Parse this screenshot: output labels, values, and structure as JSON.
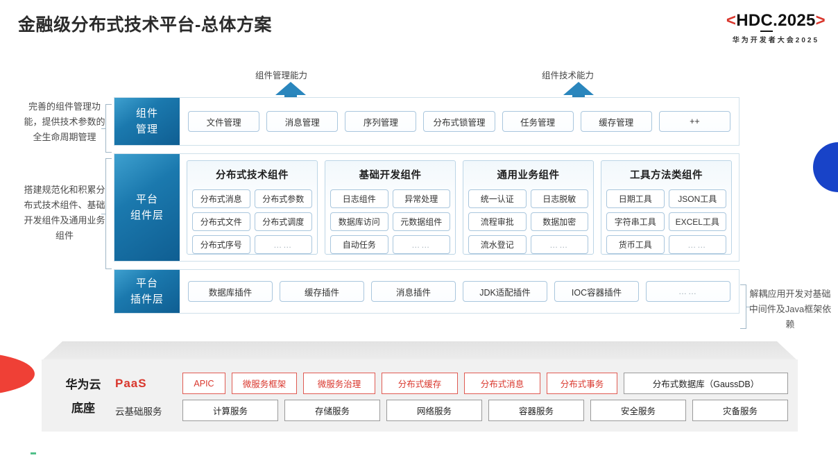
{
  "header": {
    "title": "金融级分布式技术平台-总体方案",
    "logo": {
      "left_bracket": "<",
      "right_bracket": ">",
      "text_a": "HD",
      "text_b": "C",
      "text_c": ".2025",
      "subtitle": "华为开发者大会2025",
      "bracket_color": "#d9362c"
    }
  },
  "arrows": [
    {
      "label": "组件管理能力"
    },
    {
      "label": "组件技术能力"
    }
  ],
  "annotations": {
    "left": [
      "完善的组件管理功能，提供技术参数的全生命周期管理",
      "搭建规范化和积累分布式技术组件、基础开发组件及通用业务组件"
    ],
    "right": "解耦应用开发对基础中间件及Java框架依赖"
  },
  "layers": {
    "component_management": {
      "label": "组件\n管理",
      "label_line1": "组件",
      "label_line2": "管理",
      "items": [
        "文件管理",
        "消息管理",
        "序列管理",
        "分布式锁管理",
        "任务管理",
        "缓存管理",
        "++"
      ]
    },
    "platform_component": {
      "label_line1": "平台",
      "label_line2": "组件层",
      "groups": [
        {
          "title": "分布式技术组件",
          "cells": [
            "分布式消息",
            "分布式参数",
            "分布式文件",
            "分布式调度",
            "分布式序号",
            "……"
          ]
        },
        {
          "title": "基础开发组件",
          "cells": [
            "日志组件",
            "异常处理",
            "数据库访问",
            "元数据组件",
            "自动任务",
            "……"
          ]
        },
        {
          "title": "通用业务组件",
          "cells": [
            "统一认证",
            "日志脱敏",
            "流程审批",
            "数据加密",
            "流水登记",
            "……"
          ]
        },
        {
          "title": "工具方法类组件",
          "cells": [
            "日期工具",
            "JSON工具",
            "字符串工具",
            "EXCEL工具",
            "货币工具",
            "……"
          ]
        }
      ]
    },
    "platform_plugin": {
      "label_line1": "平台",
      "label_line2": "插件层",
      "items": [
        "数据库插件",
        "缓存插件",
        "消息插件",
        "JDK适配插件",
        "IOC容器插件",
        "……"
      ]
    }
  },
  "base": {
    "title_line1": "华为云",
    "title_line2": "底座",
    "paas_label": "PaaS",
    "cloud_label": "云基础服务",
    "paas_items": [
      {
        "text": "APIC",
        "highlight": true
      },
      {
        "text": "微服务框架",
        "highlight": true
      },
      {
        "text": "微服务治理",
        "highlight": true
      },
      {
        "text": "分布式缓存",
        "highlight": true
      },
      {
        "text": "分布式消息",
        "highlight": true
      },
      {
        "text": "分布式事务",
        "highlight": true
      },
      {
        "text": "分布式数据库（GaussDB）",
        "highlight": false
      }
    ],
    "cloud_items": [
      "计算服务",
      "存储服务",
      "网络服务",
      "容器服务",
      "安全服务",
      "灾备服务"
    ]
  },
  "colors": {
    "brand_red": "#d9362c",
    "brand_blue": "#1b79ae",
    "accent_blue_dot": "#1843c8",
    "base_gray": "#f1f1f1"
  }
}
